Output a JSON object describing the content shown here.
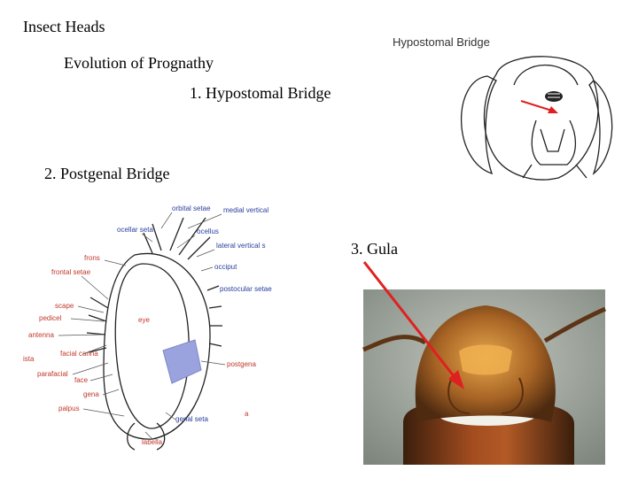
{
  "slide": {
    "title": "Insect Heads",
    "subtitle": "Evolution of Prognathy",
    "items": [
      "1. Hypostomal Bridge",
      "2. Postgenal Bridge",
      "3. Gula"
    ]
  },
  "figure_hypostomal": {
    "caption": "Hypostomal Bridge"
  },
  "figure_fly_head": {
    "labels_blue": [
      "orbital setae",
      "medial vertical",
      "ocellar seta",
      "ocellus",
      "lateral vertical s",
      "occiput",
      "postocular setae",
      "eye",
      "genal seta",
      "labella"
    ],
    "labels_red": [
      "frons",
      "frontal setae",
      "scape",
      "pedicel",
      "antenna",
      "ista",
      "facial carina",
      "parafacial",
      "face",
      "gena",
      "palpus",
      "postgena",
      "a"
    ]
  },
  "colors": {
    "arrow": "#e02020",
    "highlight": "#9aa3de",
    "label_blue": "#2a3f9e",
    "label_red": "#c0392b"
  }
}
